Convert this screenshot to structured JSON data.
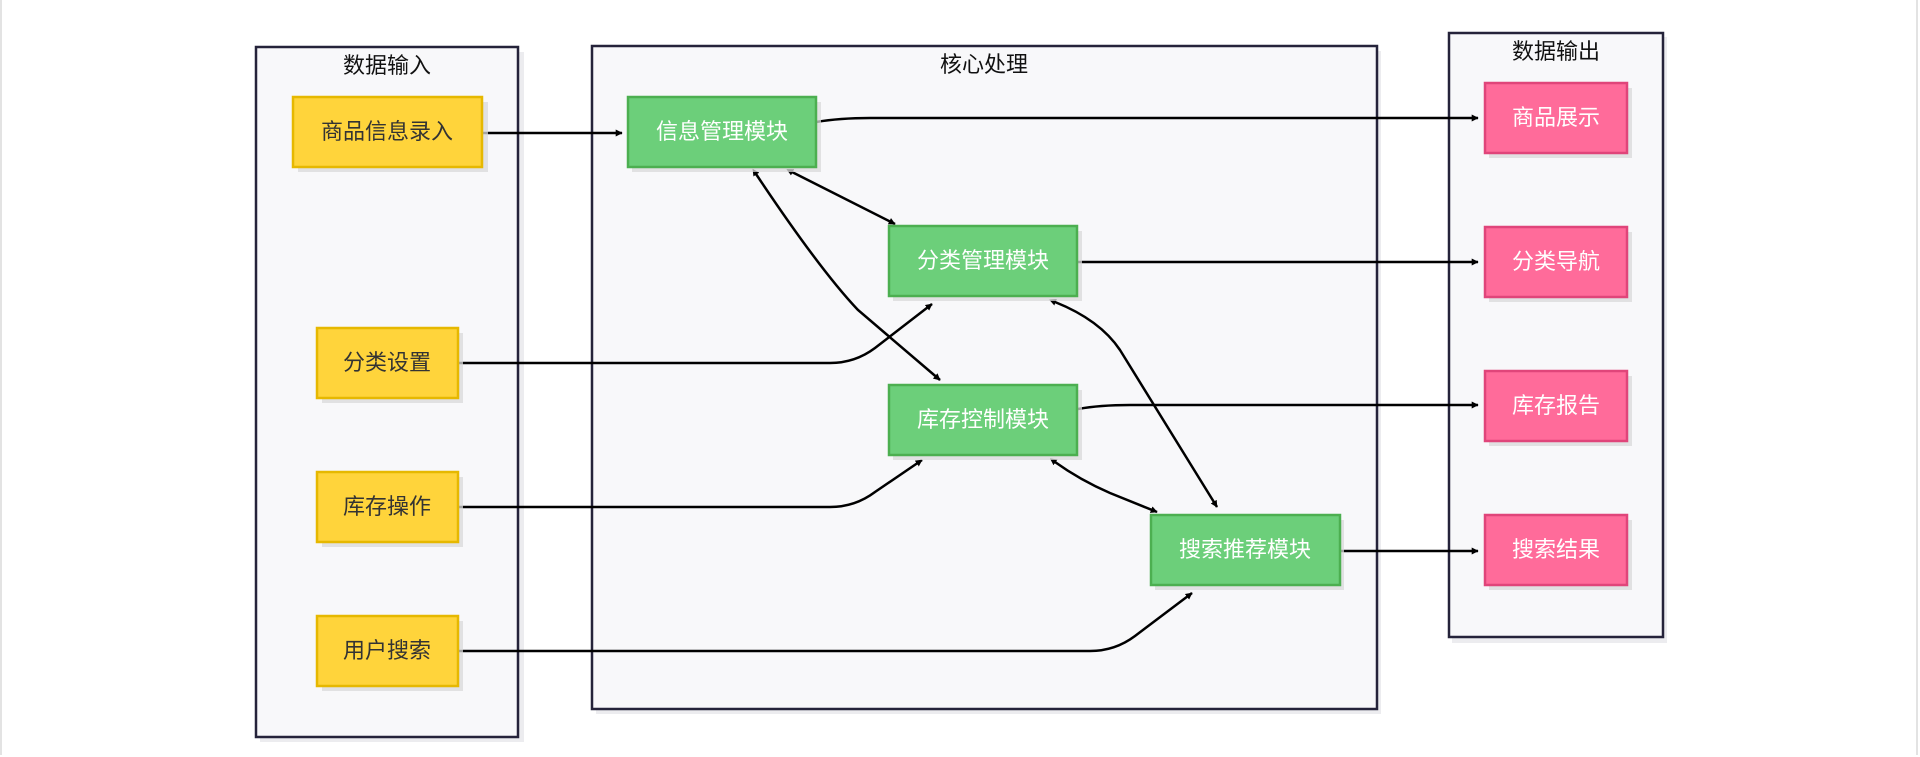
{
  "colors": {
    "input_fill": "#FFD43B",
    "input_stroke": "#E6B800",
    "input_text": "#333333",
    "core_fill": "#6CCF7A",
    "core_stroke": "#4CAF50",
    "core_text": "#ffffff",
    "output_fill": "#FF6B9A",
    "output_stroke": "#E0457A",
    "output_text": "#ffffff",
    "group_stroke": "#25233a",
    "edge": "#000000"
  },
  "groups": [
    {
      "id": "input",
      "title": "数据输入"
    },
    {
      "id": "core",
      "title": "核心处理"
    },
    {
      "id": "output",
      "title": "数据输出"
    }
  ],
  "nodes": [
    {
      "id": "in_goods",
      "group": "input",
      "label": "商品信息录入"
    },
    {
      "id": "in_cat",
      "group": "input",
      "label": "分类设置"
    },
    {
      "id": "in_stock",
      "group": "input",
      "label": "库存操作"
    },
    {
      "id": "in_search",
      "group": "input",
      "label": "用户搜索"
    },
    {
      "id": "core_info",
      "group": "core",
      "label": "信息管理模块"
    },
    {
      "id": "core_cat",
      "group": "core",
      "label": "分类管理模块"
    },
    {
      "id": "core_stock",
      "group": "core",
      "label": "库存控制模块"
    },
    {
      "id": "core_search",
      "group": "core",
      "label": "搜索推荐模块"
    },
    {
      "id": "out_show",
      "group": "output",
      "label": "商品展示"
    },
    {
      "id": "out_nav",
      "group": "output",
      "label": "分类导航"
    },
    {
      "id": "out_report",
      "group": "output",
      "label": "库存报告"
    },
    {
      "id": "out_result",
      "group": "output",
      "label": "搜索结果"
    }
  ],
  "edges": [
    {
      "from": "in_goods",
      "to": "core_info",
      "bidirectional": false
    },
    {
      "from": "in_cat",
      "to": "core_cat",
      "bidirectional": false
    },
    {
      "from": "in_stock",
      "to": "core_stock",
      "bidirectional": false
    },
    {
      "from": "in_search",
      "to": "core_search",
      "bidirectional": false
    },
    {
      "from": "core_info",
      "to": "out_show",
      "bidirectional": false
    },
    {
      "from": "core_cat",
      "to": "out_nav",
      "bidirectional": false
    },
    {
      "from": "core_stock",
      "to": "out_report",
      "bidirectional": false
    },
    {
      "from": "core_search",
      "to": "out_result",
      "bidirectional": false
    },
    {
      "from": "core_info",
      "to": "core_cat",
      "bidirectional": true
    },
    {
      "from": "core_info",
      "to": "core_stock",
      "bidirectional": true
    },
    {
      "from": "core_cat",
      "to": "core_search",
      "bidirectional": true
    },
    {
      "from": "core_stock",
      "to": "core_search",
      "bidirectional": true
    }
  ]
}
